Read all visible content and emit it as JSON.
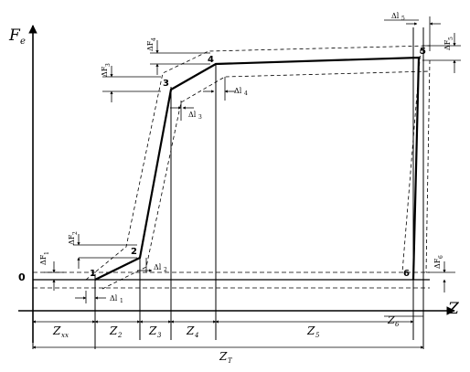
{
  "axes": {
    "y_label_main": "F",
    "y_label_sub": "e",
    "x_label": "Z",
    "origin_label": "0"
  },
  "points": [
    "1",
    "2",
    "3",
    "4",
    "5",
    "6"
  ],
  "deltas": {
    "dF1": "ΔF",
    "dF1_sub": "1",
    "dF2": "ΔF",
    "dF2_sub": "2",
    "dF3": "ΔF",
    "dF3_sub": "3",
    "dF4": "ΔF",
    "dF4_sub": "4",
    "dF5": "ΔF",
    "dF5_sub": "5",
    "dF6": "ΔF",
    "dF6_sub": "6",
    "dl1": "Δl",
    "dl1_sub": "1",
    "dl2": "Δl",
    "dl2_sub": "2",
    "dl3": "Δl",
    "dl3_sub": "3",
    "dl4": "Δl",
    "dl4_sub": "4",
    "dl5": "Δl",
    "dl5_sub": "5"
  },
  "zones": {
    "zxx": "Z",
    "zxx_sub": "xx",
    "z2": "Z",
    "z2_sub": "2",
    "z3": "Z",
    "z3_sub": "3",
    "z4": "Z",
    "z4_sub": "4",
    "z5": "Z",
    "z5_sub": "5",
    "z6": "Z",
    "z6_sub": "6",
    "zt": "Z",
    "zt_sub": "T"
  }
}
